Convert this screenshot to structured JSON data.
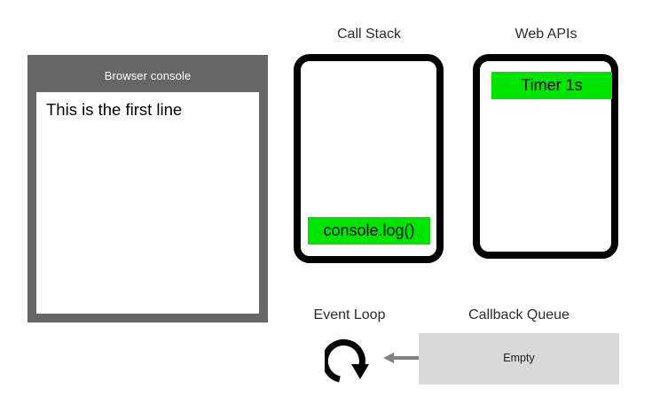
{
  "console_panel": {
    "title": "Browser console",
    "lines": [
      "This is the first line"
    ],
    "frame_color": "#666666",
    "screen_color": "#ffffff"
  },
  "call_stack": {
    "heading": "Call Stack",
    "frames": [
      {
        "label": "console.log()",
        "color": "#00e500"
      }
    ]
  },
  "web_apis": {
    "heading": "Web APIs",
    "entries": [
      {
        "label": "Timer 1s",
        "color": "#00e500"
      }
    ]
  },
  "event_loop": {
    "heading": "Event Loop",
    "icon": "circular-arrow-icon"
  },
  "flow_arrow": {
    "icon": "arrow-left-icon",
    "color": "#808080",
    "direction": "left"
  },
  "callback_queue": {
    "heading": "Callback Queue",
    "status": "Empty",
    "box_color": "#d9d9d9"
  },
  "palette": {
    "accent_green": "#00e500",
    "frame_gray": "#666666",
    "queue_gray": "#d9d9d9",
    "outline_black": "#000000",
    "heading_text": "#2b2b2b"
  }
}
